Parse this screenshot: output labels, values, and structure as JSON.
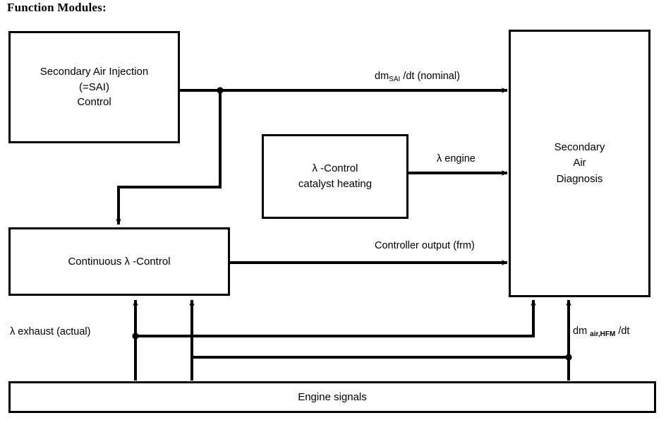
{
  "heading": "Function Modules:",
  "style": {
    "line_color": "#000000",
    "box_fill": "#ffffff",
    "background": "#ffffff"
  },
  "nodes": {
    "sai_control": "Secondary Air Injection\n(=SAI)\nControl",
    "lambda_catalyst": "λ -Control\ncatalyst heating",
    "continuous_lambda": "Continuous λ -Control",
    "secondary_air_diagnosis": "Secondary\nAir\nDiagnosis",
    "engine_signals": "Engine signals"
  },
  "labels": {
    "dm_sai": {
      "pre": "dm",
      "sub": "SAI",
      "post": " /dt (nominal)"
    },
    "lambda_engine": "λ engine",
    "controller_output": "Controller output (frm)",
    "lambda_exhaust": "λ exhaust (actual)",
    "dm_air_hfm": {
      "pre": "dm ",
      "sub": "air,HFM",
      "post": " /dt"
    }
  }
}
